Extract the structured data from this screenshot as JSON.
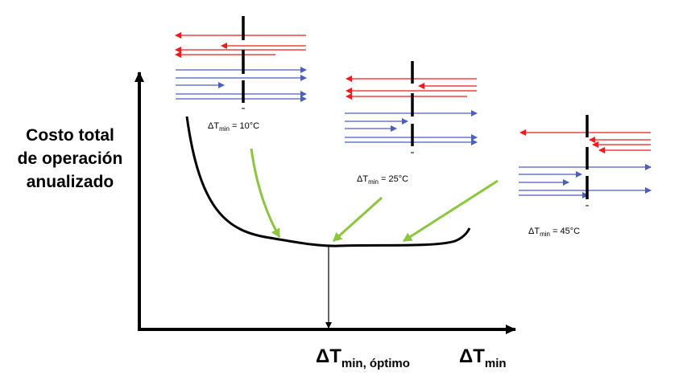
{
  "y_axis_label": {
    "line1": "Costo total",
    "line2": "de operación",
    "line3": "anualizado"
  },
  "x_axis": {
    "main_symbol": "ΔT",
    "main_subscript": "min",
    "optimum_symbol": "ΔT",
    "optimum_subscript": "min, óptimo"
  },
  "exchanger_cases": [
    {
      "symbol": "ΔT",
      "subscript": "min",
      "value": " = 10°C"
    },
    {
      "symbol": "ΔT",
      "subscript": "min",
      "value": " = 25°C"
    },
    {
      "symbol": "ΔT",
      "subscript": "min",
      "value": " = 45°C"
    }
  ],
  "colors": {
    "hot_stream": "#ee1c1c",
    "cold_stream": "#4a5fc1",
    "pointer_arrow": "#8cc63f",
    "curve": "#000000",
    "axes": "#000000"
  }
}
